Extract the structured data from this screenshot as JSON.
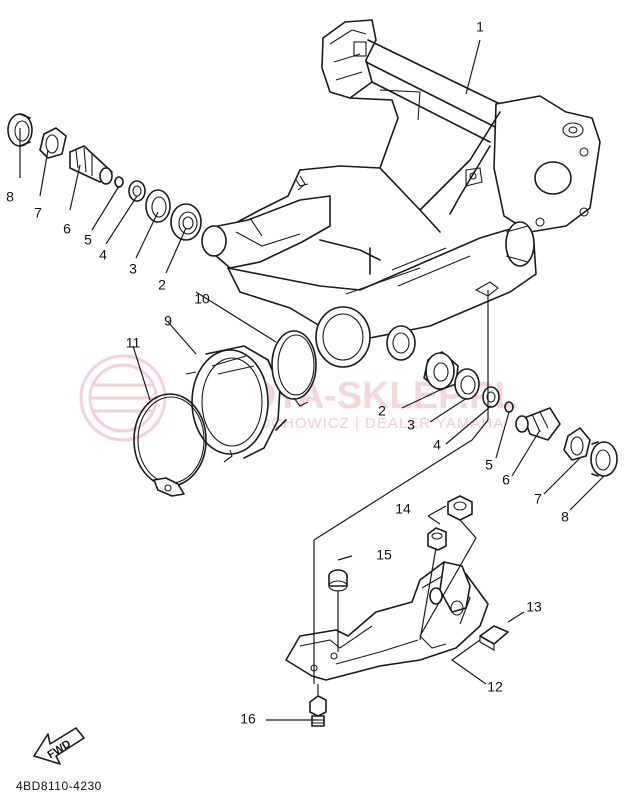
{
  "diagram": {
    "part_code": "4BD8110-4230",
    "direction_label": "FWD",
    "watermark": {
      "brand_text": "MOTA-SKLEP.PL",
      "sub_text": "MOCHOWICZ | DEALER YAMAHA",
      "color": "#d94a4a"
    },
    "callouts": {
      "c1": "1",
      "c2a": "2",
      "c2b": "2",
      "c3a": "3",
      "c3b": "3",
      "c4a": "4",
      "c4b": "4",
      "c5a": "5",
      "c5b": "5",
      "c6a": "6",
      "c6b": "6",
      "c7a": "7",
      "c7b": "7",
      "c8a": "8",
      "c8b": "8",
      "c9": "9",
      "c10": "10",
      "c11": "11",
      "c12": "12",
      "c13": "13",
      "c14": "14",
      "c15": "15",
      "c16": "16"
    }
  }
}
